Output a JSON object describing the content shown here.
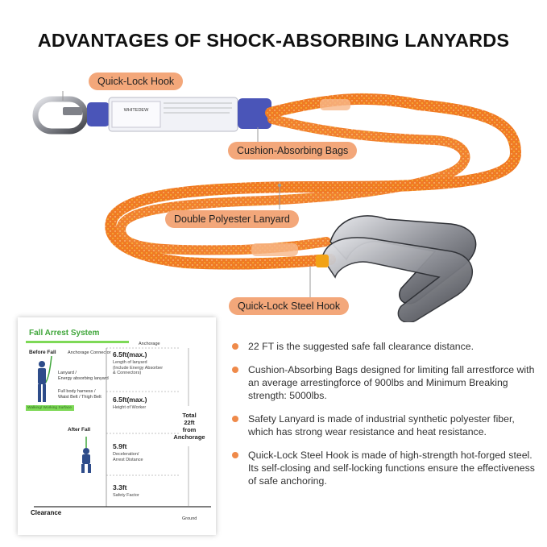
{
  "title": "ADVANTAGES OF SHOCK-ABSORBING LANYARDS",
  "callouts": {
    "quick_lock_hook": "Quick-Lock Hook",
    "cushion_bags": "Cushion-Absorbing Bags",
    "double_lanyard": "Double Polyester Lanyard",
    "steel_hook": "Quick-Lock Steel Hook"
  },
  "absorber_brand": "WHITEDEW",
  "diagram": {
    "title": "Fall  Arrest  System",
    "anchorage": "Anchorage",
    "before_fall": "Before Fall",
    "anchorage_connector": "Anchorage Connector",
    "lanyard_note": "Lanyard /\nEnergy absorbing lanyard",
    "harness_note": "Full body harness /\nWaist Belt / Thigh Belt",
    "working_surface": "Walking/ Working Surface",
    "after_fall": "After Fall",
    "m1_value": "6.5ft(max.)",
    "m1_desc": "Length of lanyard\n(Include Energy Absorber\n& Connectors)",
    "m2_value": "6.5ft(max.)",
    "m2_desc": "Height of Worker",
    "m3_value": "5.9ft",
    "m3_desc": "Deceleration/\nArrest Distance",
    "m4_value": "3.3ft",
    "m4_desc": "Safety Factor",
    "total": "Total\n22ft\nfrom\nAnchorage",
    "clearance": "Clearance",
    "ground": "Ground"
  },
  "bullets": [
    "22 FT is the suggested safe fall clearance distance.",
    "Cushion-Absorbing Bags designed for limiting fall arrestforce with an average arrestingforce of 900lbs and Minimum Breaking strength: 5000lbs.",
    "Safety Lanyard is made of industrial synthetic polyester fiber, which has strong wear resistance and heat resistance.",
    "Quick-Lock Steel Hook is made of high-strength hot-forged steel. Its self-closing and self-locking functions ensure the effectiveness of safe anchoring."
  ],
  "colors": {
    "callout_bg": "#f3a77a",
    "rope": "#f07a24",
    "accent_green": "#7ed957",
    "bullet_dot": "#ef8a4a"
  }
}
